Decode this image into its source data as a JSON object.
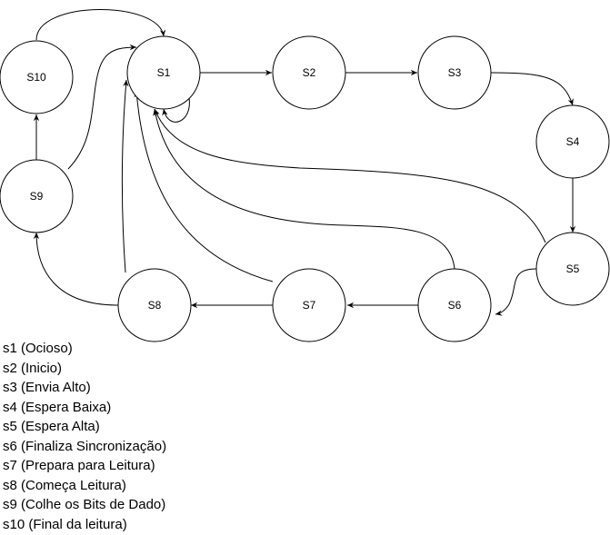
{
  "diagram": {
    "states": [
      {
        "id": "S1",
        "label": "S1"
      },
      {
        "id": "S2",
        "label": "S2"
      },
      {
        "id": "S3",
        "label": "S3"
      },
      {
        "id": "S4",
        "label": "S4"
      },
      {
        "id": "S5",
        "label": "S5"
      },
      {
        "id": "S6",
        "label": "S6"
      },
      {
        "id": "S7",
        "label": "S7"
      },
      {
        "id": "S8",
        "label": "S8"
      },
      {
        "id": "S9",
        "label": "S9"
      },
      {
        "id": "S10",
        "label": "S10"
      }
    ],
    "transitions": [
      {
        "from": "S1",
        "to": "S2"
      },
      {
        "from": "S2",
        "to": "S3"
      },
      {
        "from": "S3",
        "to": "S4"
      },
      {
        "from": "S4",
        "to": "S5"
      },
      {
        "from": "S5",
        "to": "S6"
      },
      {
        "from": "S5",
        "to": "S1"
      },
      {
        "from": "S6",
        "to": "S7"
      },
      {
        "from": "S6",
        "to": "S1"
      },
      {
        "from": "S7",
        "to": "S8"
      },
      {
        "from": "S7",
        "to": "S1"
      },
      {
        "from": "S8",
        "to": "S9"
      },
      {
        "from": "S8",
        "to": "S1"
      },
      {
        "from": "S9",
        "to": "S10"
      },
      {
        "from": "S9",
        "to": "S1"
      },
      {
        "from": "S10",
        "to": "S1"
      },
      {
        "from": "S1",
        "to": "S1"
      }
    ]
  },
  "legend": [
    "s1 (Ocioso)",
    "s2 (Inicio)",
    "s3 (Envia Alto)",
    "s4 (Espera Baixa)",
    "s5 (Espera Alta)",
    "s6 (Finaliza Sincronização)",
    "s7 (Prepara para Leitura)",
    "s8 (Começa Leitura)",
    "s9 (Colhe os Bits de Dado)",
    "s10 (Final da leitura)"
  ]
}
